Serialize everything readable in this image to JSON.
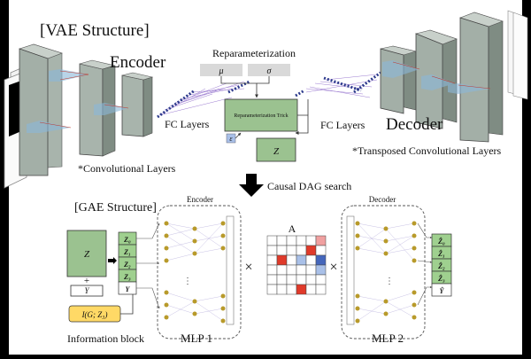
{
  "vae": {
    "title": "[VAE Structure]",
    "encoder_label": "Encoder",
    "decoder_label": "Decoder",
    "fc_left": "FC Layers",
    "fc_right": "FC Layers",
    "reparam_title": "Reparameterization",
    "mu": "μ",
    "sigma": "σ",
    "trick_label": "Reparameterization Trick",
    "epsilon": "ε",
    "z": "Z",
    "conv_note": "*Convolutional Layers",
    "tconv_note": "*Transposed Convolutional Layers"
  },
  "search_label": "Causal DAG search",
  "gae": {
    "title": "[GAE Structure]",
    "encoder_label": "Encoder",
    "decoder_label": "Decoder",
    "z": "Z",
    "plus": "+",
    "y": "Y",
    "info_formula": "I(G; Z₃)",
    "info_label": "Information block",
    "z_inputs": [
      "Z₀",
      "Z₁",
      "Z₂",
      "Z₃",
      "Y"
    ],
    "z_outputs": [
      "Ẑ₀",
      "Ẑ₁",
      "Ẑ₂",
      "Ẑ₃",
      "Ŷ"
    ],
    "mlp1": "MLP 1",
    "mlp2": "MLP 2",
    "matrix_label": "A",
    "times": "×",
    "ellipsis": "⋮"
  },
  "colors": {
    "panel_bg": "#ffffff",
    "conv_block": "#a8b4ac",
    "z_box": "#9bc290",
    "z_cell": "#9fd08f",
    "info_box": "#ffd966",
    "node": "#b89a2a",
    "matrix_red": "#e03a2a",
    "matrix_blue": "#4466bb",
    "matrix_light_blue": "#a9c0e8",
    "matrix_light_red": "#f0a0a0"
  },
  "adjacency_matrix": [
    [
      "",
      "",
      "",
      "",
      "",
      "light_red"
    ],
    [
      "",
      "",
      "",
      "",
      "red",
      ""
    ],
    [
      "",
      "red",
      "",
      "light_blue",
      "",
      "blue"
    ],
    [
      "",
      "",
      "",
      "",
      "",
      "light_blue"
    ],
    [
      "",
      "",
      "",
      "",
      "",
      ""
    ],
    [
      "",
      "",
      "",
      "red",
      "",
      ""
    ]
  ]
}
